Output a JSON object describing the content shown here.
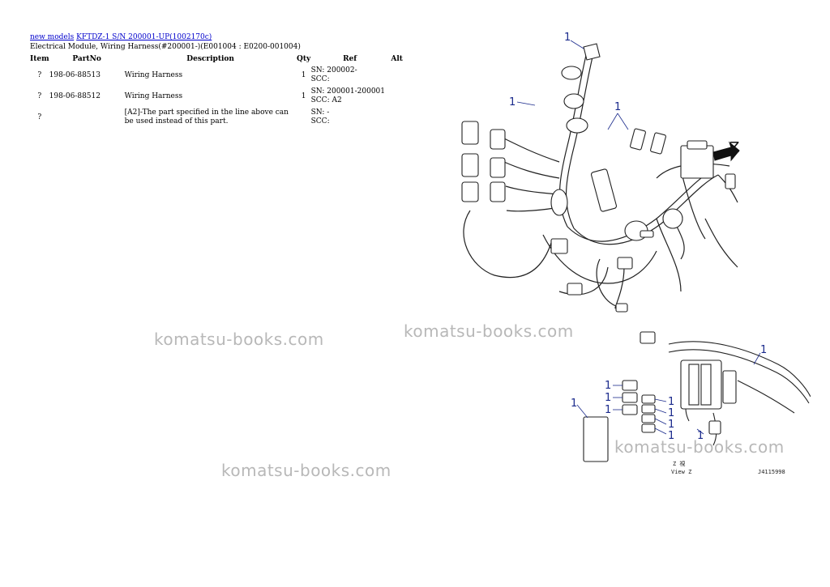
{
  "header": {
    "link_new_models": "new models",
    "link_model": "KFTDZ-1 S/N 200001-UP(1002170c)",
    "subtitle": "Electrical Module, Wiring Harness(#200001-)(E001004 : E0200-001004)"
  },
  "table": {
    "columns": [
      "Item",
      "PartNo",
      "Description",
      "Qty",
      "Ref",
      "Alt"
    ],
    "rows": [
      {
        "item": "?",
        "part": "198-06-88513",
        "desc": "Wiring Harness",
        "qty": "1",
        "ref1": "SN: 200002-",
        "ref2": "SCC:",
        "alt": ""
      },
      {
        "item": "?",
        "part": "198-06-88512",
        "desc": "Wiring Harness",
        "qty": "1",
        "ref1": "SN: 200001-200001",
        "ref2": "SCC: A2",
        "alt": ""
      },
      {
        "item": "?",
        "part": "",
        "desc": "[A2]-The part specified in the line above can be used instead of this part.",
        "qty": "",
        "ref1": "SN: -",
        "ref2": "SCC:",
        "alt": ""
      }
    ]
  },
  "watermarks": [
    "komatsu-books.com",
    "komatsu-books.com",
    "komatsu-books.com",
    "komatsu-books.com"
  ],
  "diagram": {
    "callout": "1",
    "z_label": "Z",
    "view_label_jp": "Z 視",
    "view_label": "View Z",
    "figure_code": "J4115998"
  }
}
